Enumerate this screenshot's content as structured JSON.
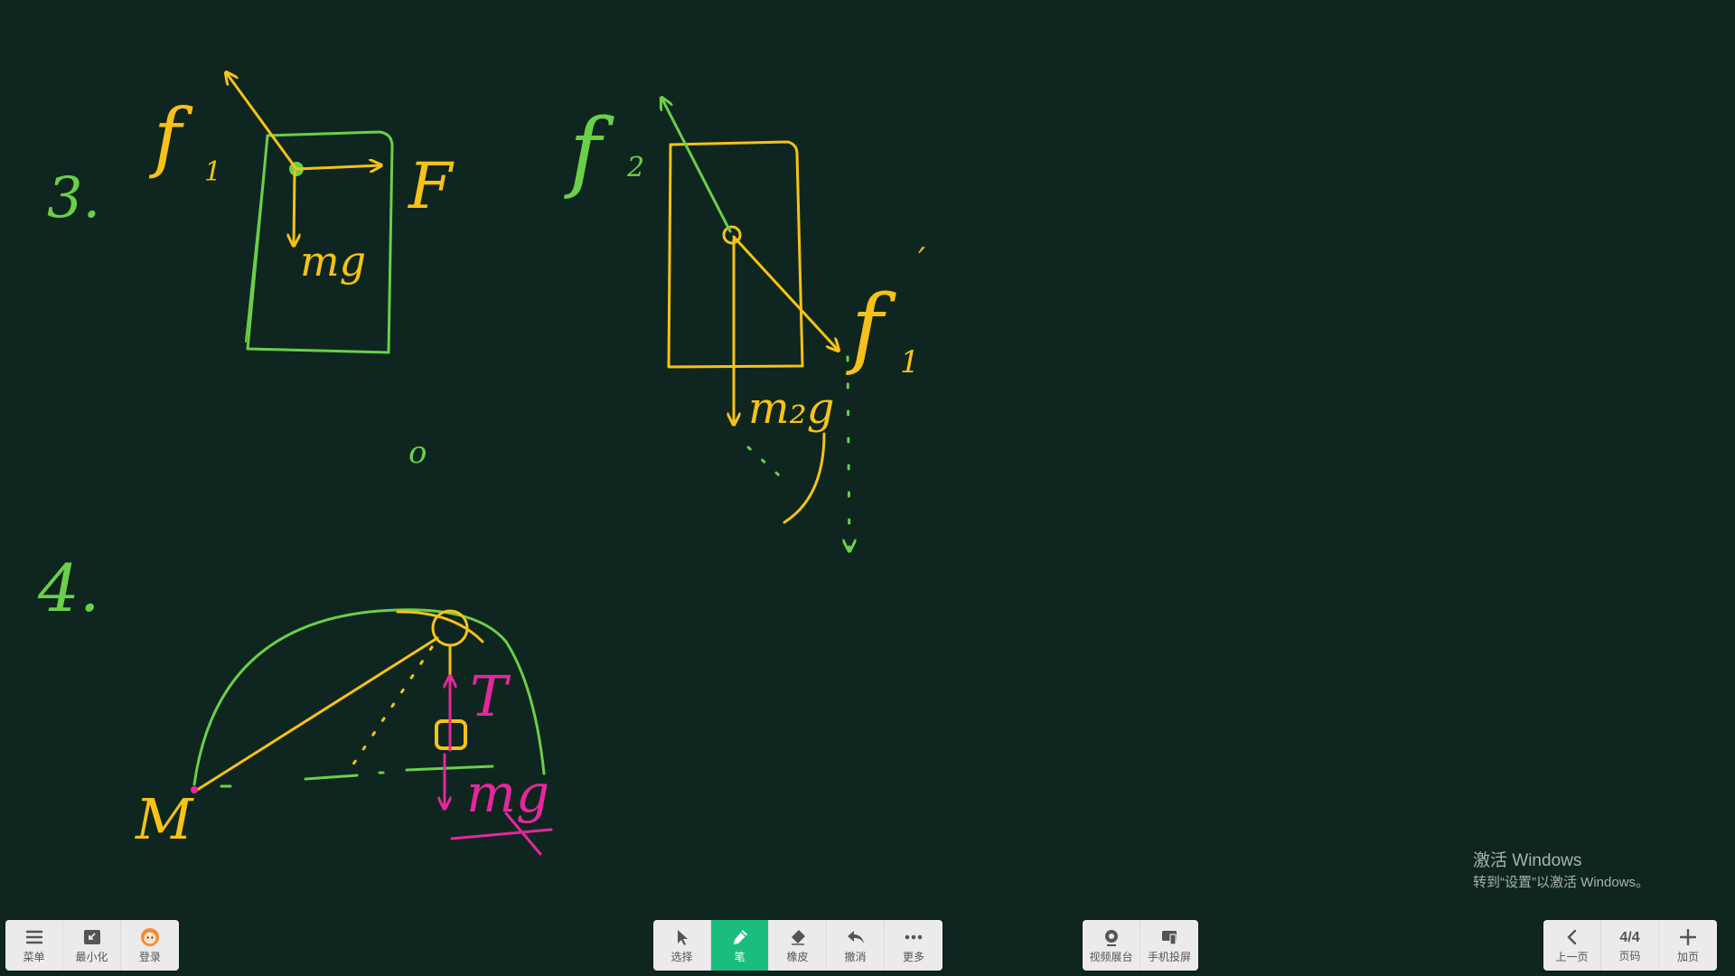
{
  "board": {
    "background": "#0f2620",
    "ink_colors": {
      "green": "#6bcf49",
      "yellow": "#f6c218",
      "magenta": "#e5279e"
    },
    "labels": {
      "q3_number": "3.",
      "q3_f1": "f",
      "q3_f1_sub": "1",
      "q3_F": "F",
      "q3_mg": "mg",
      "q3_f2": "f",
      "q3_f2_sub": "2",
      "q3_f1prime": "f",
      "q3_f1prime_sub": "1",
      "q3_f1prime_mark": "′",
      "q3_m2g": "m₂g",
      "stray_o": "o",
      "q4_number": "4.",
      "q4_M": "M",
      "q4_T": "T",
      "q4_mg": "mg"
    }
  },
  "toolbars": {
    "left": [
      {
        "label": "菜单",
        "icon": "menu-icon"
      },
      {
        "label": "最小化",
        "icon": "minimize-icon"
      },
      {
        "label": "登录",
        "icon": "avatar-icon"
      }
    ],
    "center": [
      {
        "label": "选择",
        "icon": "cursor-icon"
      },
      {
        "label": "笔",
        "icon": "pen-icon",
        "active": true
      },
      {
        "label": "橡皮",
        "icon": "eraser-icon"
      },
      {
        "label": "撤消",
        "icon": "undo-icon"
      },
      {
        "label": "更多",
        "icon": "more-icon"
      }
    ],
    "right": [
      {
        "label": "视频展台",
        "icon": "camera-icon"
      },
      {
        "label": "手机投屏",
        "icon": "phone-cast-icon"
      }
    ],
    "page": {
      "prev_label": "上一页",
      "current": "4/4",
      "page_label": "页码",
      "add_label": "加页"
    }
  },
  "watermark": {
    "line1": "激活 Windows",
    "line2": "转到“设置”以激活 Windows。"
  }
}
